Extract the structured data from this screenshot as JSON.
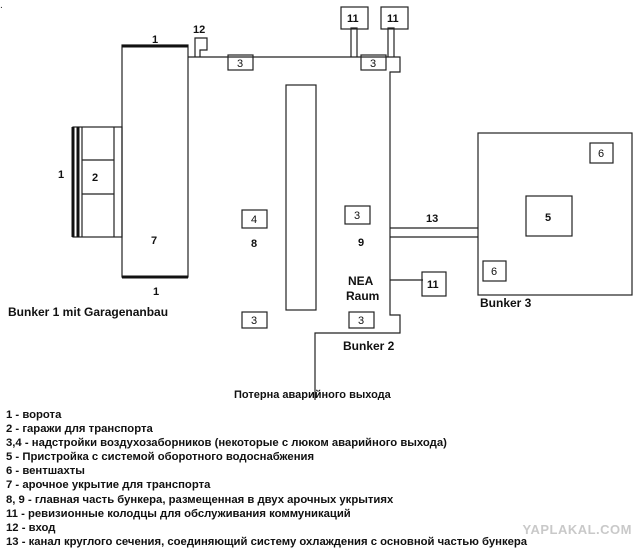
{
  "page_mark": ".",
  "labels": {
    "gate_top": "1",
    "gate_left": "1",
    "gate_bottom": "1",
    "garages": "2",
    "arch_garage": "7",
    "entrance": "12",
    "shaft_left": "11",
    "shaft_right": "11",
    "vent_top_left": "3",
    "vent_top_right": "3",
    "superstructure_mid_left": "4",
    "superstructure_mid_right": "3",
    "main_part_left": "8",
    "main_part_right": "9",
    "vent_bottom_left": "3",
    "vent_bottom_right": "3",
    "nea_raum": "NEA\nRaum",
    "shaft_side": "11",
    "cooling_channel": "13",
    "cooling_building": "5",
    "vent_b3_top": "6",
    "vent_b3_bottom": "6",
    "bunker1": "Bunker 1 mit Garagenanbau",
    "bunker2": "Bunker 2",
    "bunker3": "Bunker 3",
    "emergency_tunnel": "Потерна аварийного выхода"
  },
  "legend": [
    "1 - ворота",
    "2 - гаражи для транспорта",
    "3,4 - надстройки воздухозаборников (некоторые с люком аварийного выхода)",
    "5 - Пристройка с системой оборотного водоснабжения",
    "6 - вентшахты",
    "7 - арочное укрытие для транспорта",
    "8, 9 - главная часть бункера, размещенная в двух арочных укрытиях",
    "11 - ревизионные колодцы для обслуживания коммуникаций",
    "12 - вход",
    "13 - канал круглого сечения, соединяющий систему охлаждения с основной частью бункера"
  ],
  "watermark": "YAPLAKAL.COM"
}
